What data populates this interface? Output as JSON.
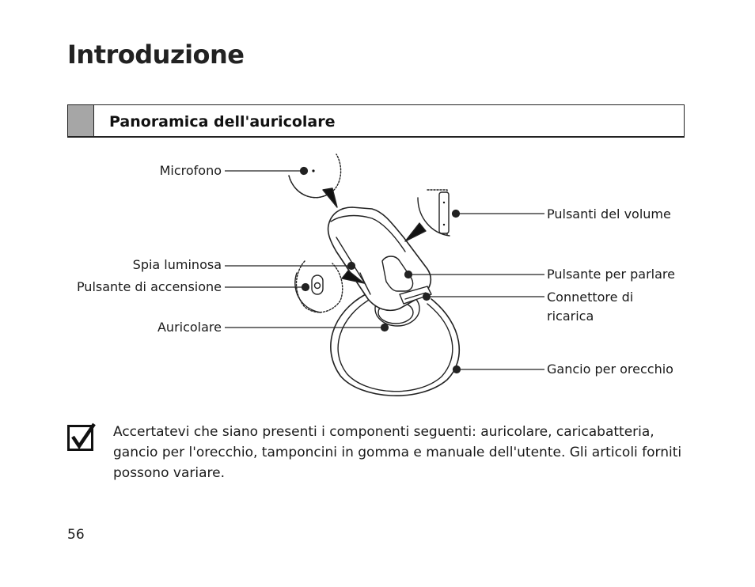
{
  "page": {
    "title": "Introduzione",
    "section_title": "Panoramica dell'auricolare",
    "page_number": "56"
  },
  "diagram": {
    "labels": {
      "microphone": "Microfono",
      "indicator_light": "Spia luminosa",
      "power_button": "Pulsante di accensione",
      "earpiece": "Auricolare",
      "volume_buttons": "Pulsanti del volume",
      "talk_button": "Pulsante per parlare",
      "charging_connector_line1": "Connettore di",
      "charging_connector_line2": "ricarica",
      "ear_hook": "Gancio per orecchio"
    }
  },
  "note": {
    "text": "Accertatevi che siano presenti i componenti seguenti: auricolare, caricabatteria, gancio per l'orecchio, tamponcini in gomma e manuale dell'utente. Gli articoli forniti possono variare."
  },
  "colors": {
    "section_tab": "#a6a6a6",
    "line": "#222222"
  }
}
